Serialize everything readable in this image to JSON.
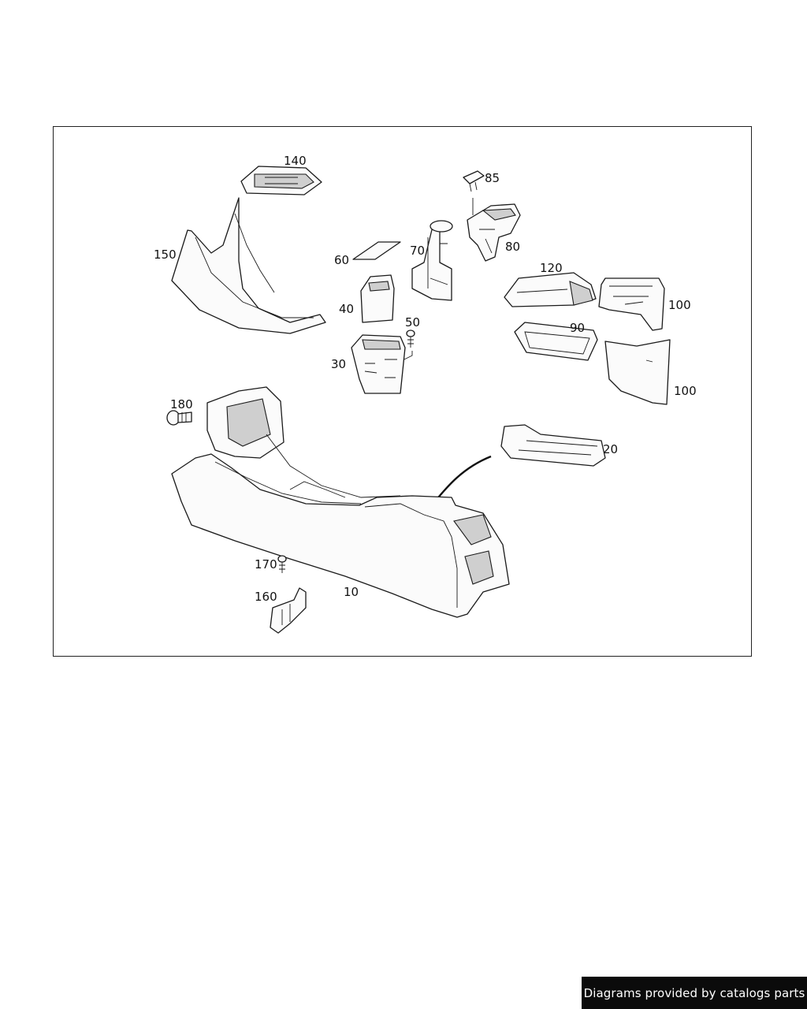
{
  "diagram": {
    "callouts": [
      "140",
      "85",
      "150",
      "60",
      "70",
      "80",
      "120",
      "40",
      "50",
      "100",
      "90",
      "30",
      "100",
      "180",
      "20",
      "170",
      "160",
      "10"
    ]
  },
  "credit": {
    "text": "Diagrams provided by catalogs parts"
  },
  "colors": {
    "line": "#1a1a1a",
    "credit_bg": "#0b0b0b",
    "credit_text": "#ffffff"
  }
}
